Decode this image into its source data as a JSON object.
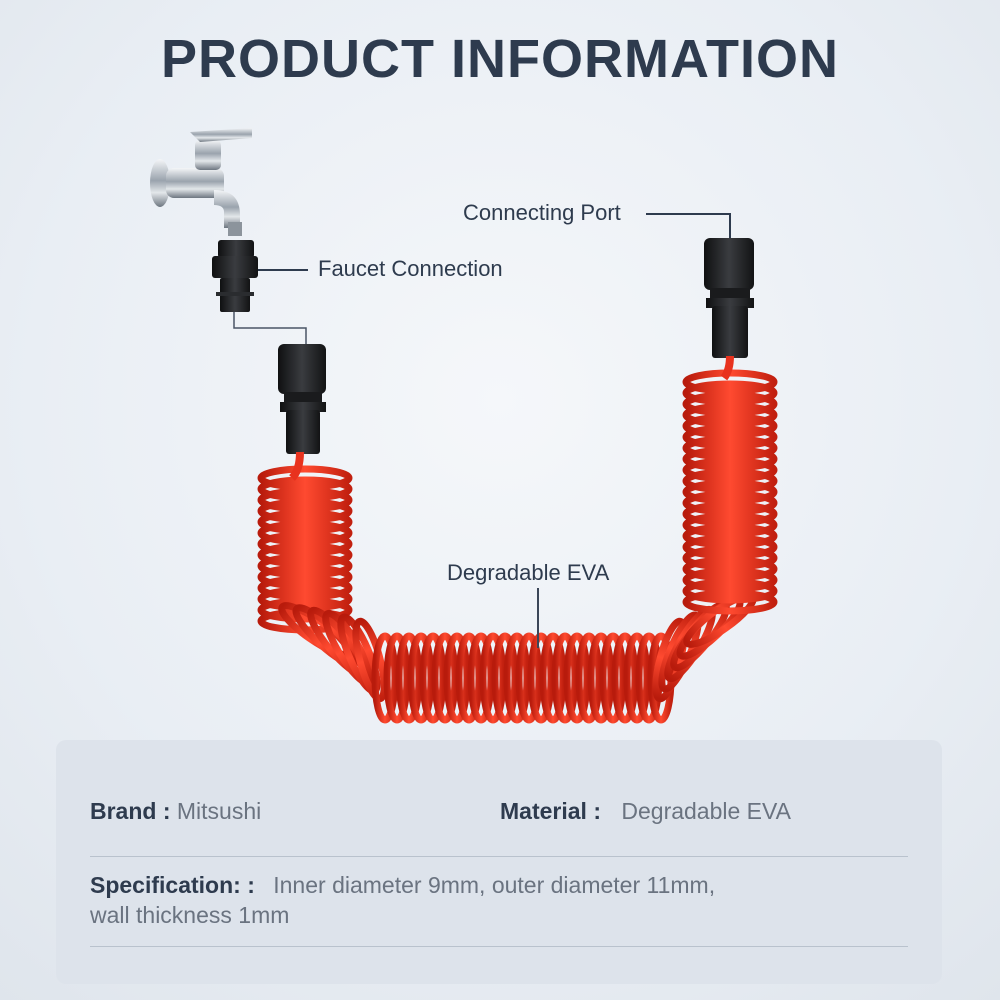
{
  "title": "PRODUCT INFORMATION",
  "callouts": {
    "connecting_port": "Connecting Port",
    "faucet_connection": "Faucet Connection",
    "degradable_eva": "Degradable EVA"
  },
  "info": {
    "brand_label": "Brand :",
    "brand_value": "Mitsushi",
    "material_label": "Material :",
    "material_value": "Degradable EVA",
    "spec_label": "Specification: :",
    "spec_value_line1": "Inner diameter 9mm, outer diameter 11mm,",
    "spec_value_line2": "wall thickness 1mm"
  },
  "colors": {
    "hose": "#e8321e",
    "connector": "#1e1f21",
    "text_dark": "#2e3b4e",
    "card_bg": "#dde3eb"
  },
  "icons": [
    "faucet-icon",
    "connector-icon",
    "coiled-hose-icon"
  ]
}
